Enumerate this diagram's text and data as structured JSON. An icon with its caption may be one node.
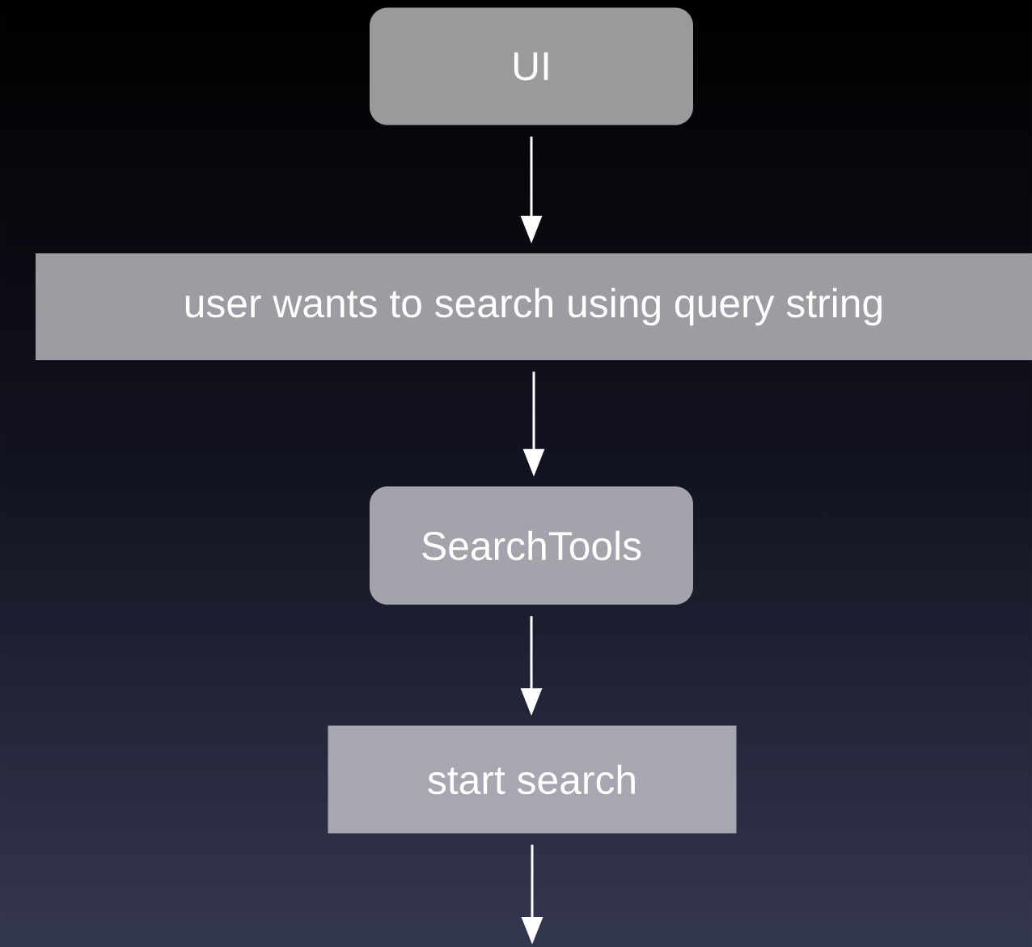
{
  "diagram": {
    "nodes": [
      {
        "text": [
          "UI"
        ]
      },
      {
        "text": [
          "user wants to search using query string"
        ]
      },
      {
        "text": [
          "SearchTools"
        ]
      },
      {
        "text": [
          "start search"
        ]
      }
    ],
    "edges": [
      {
        "from": 0,
        "to": 1,
        "arrow": "to"
      },
      {
        "from": 1,
        "to": 2,
        "arrow": "to"
      },
      {
        "from": 2,
        "to": 3,
        "arrow": "to"
      },
      {
        "from": 3,
        "to": null,
        "arrow": "to"
      }
    ]
  }
}
